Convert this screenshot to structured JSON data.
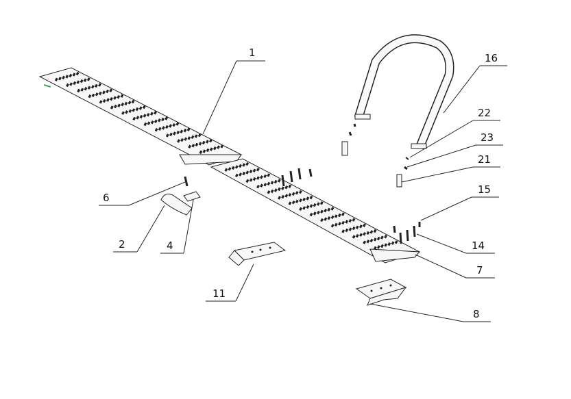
{
  "callouts": {
    "c1": "1",
    "c2": "2",
    "c4": "4",
    "c6": "6",
    "c7": "7",
    "c8": "8",
    "c11": "11",
    "c14": "14",
    "c15": "15",
    "c16": "16",
    "c21": "21",
    "c22": "22",
    "c23": "23"
  },
  "colors": {
    "line": "#222222",
    "fill": "#f7f7f7",
    "accent": "#3aa85a"
  }
}
